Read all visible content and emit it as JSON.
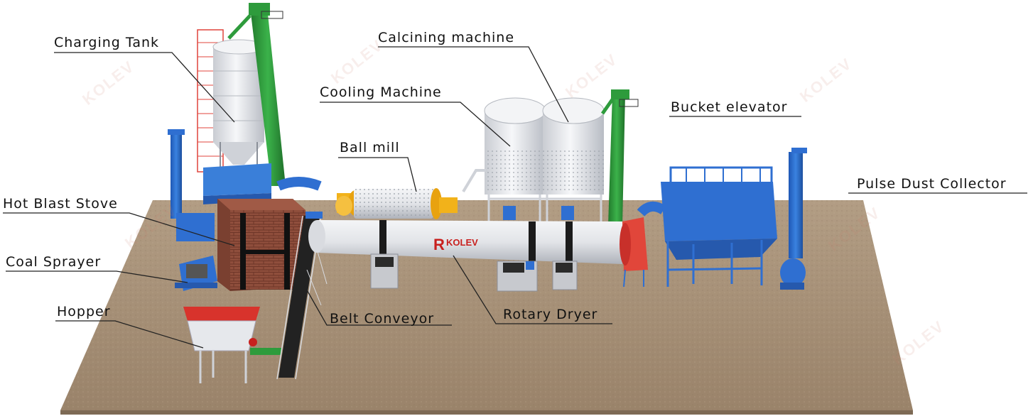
{
  "watermark": "KOLEV",
  "brand": {
    "name": "KOLEV",
    "color": "#c8201e"
  },
  "colors": {
    "ground": "#a08a72",
    "blue_equipment": "#2f6fd1",
    "green_elevator": "#2e9b3c",
    "silver_tank": "#e4e6ea",
    "brick": "#8a4a3a",
    "red_hopper": "#d8332c"
  },
  "labels": {
    "charging_tank": "Charging Tank",
    "calcining_machine": "Calcining machine",
    "cooling_machine": "Cooling Machine",
    "bucket_elevator": "Bucket elevator",
    "ball_mill": "Ball mill",
    "hot_blast_stove": "Hot Blast Stove",
    "pulse_dust_collector": "Pulse Dust Collector",
    "coal_sprayer": "Coal Sprayer",
    "hopper": "Hopper",
    "belt_conveyor": "Belt Conveyor",
    "rotary_dryer": "Rotary Dryer"
  }
}
